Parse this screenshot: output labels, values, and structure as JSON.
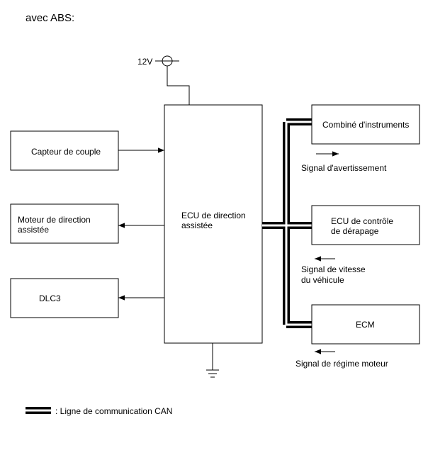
{
  "heading": "avec ABS:",
  "supply": {
    "label": "12V"
  },
  "blocks": {
    "torque_sensor": "Capteur de couple",
    "motor": [
      "Moteur de direction",
      "assistée"
    ],
    "dlc3": "DLC3",
    "ecu": [
      "ECU de direction",
      "assistée"
    ],
    "meter": "Combiné d'instruments",
    "skid_ecu": [
      "ECU de contrôle",
      "de dérapage"
    ],
    "ecm": "ECM"
  },
  "signals": {
    "warning": "Signal d'avertissement",
    "speed": [
      "Signal de vitesse",
      "du véhicule"
    ],
    "engine": "Signal de régime moteur"
  },
  "legend": {
    "label": ": Ligne de communication CAN"
  }
}
